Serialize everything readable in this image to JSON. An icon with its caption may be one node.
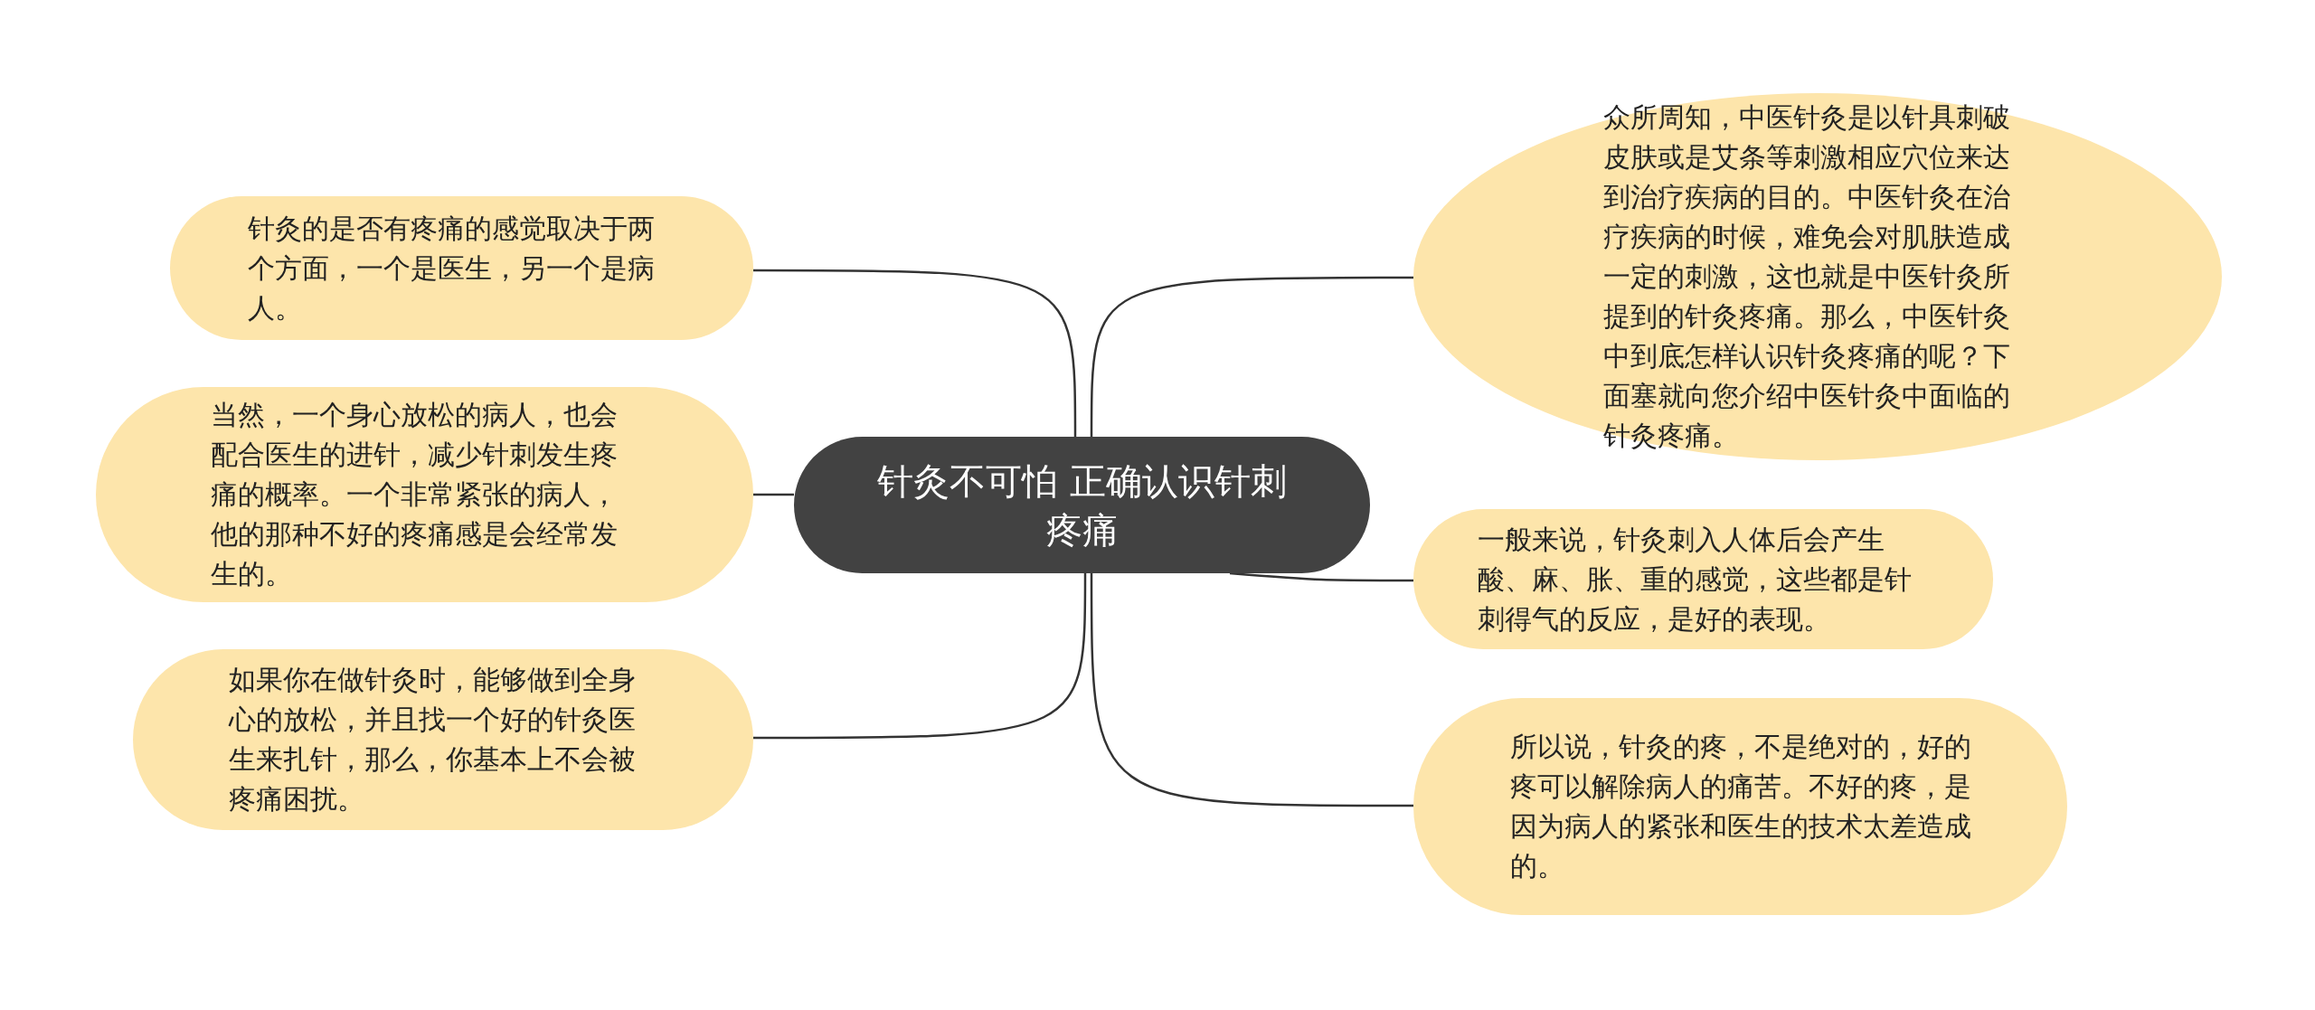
{
  "diagram": {
    "nodes": [
      {
        "text": [
          "针灸不可怕 正确认识针刺疼痛"
        ]
      },
      {
        "text": [
          "针灸的是否有疼痛的感觉取决于两个方面，一个是医生，另一个是病人。"
        ]
      },
      {
        "text": [
          "当然，一个身心放松的病人，也会配合医生的进针，减少针刺发生疼痛的概率。一个非常紧张的病人，他的那种不好的疼痛感是会经常发生的。"
        ]
      },
      {
        "text": [
          "如果你在做针灸时，能够做到全身心的放松，并且找一个好的针灸医生来扎针，那么，你基本上不会被疼痛困扰。"
        ]
      },
      {
        "text": [
          "众所周知，中医针灸是以针具刺破皮肤或是艾条等刺激相应穴位来达到治疗疾病的目的。中医针灸在治疗疾病的时候，难免会对肌肤造成一定的刺激，这也就是中医针灸所提到的针灸疼痛。那么，中医针灸中到底怎样认识针灸疼痛的呢？下面塞就向您介绍中医针灸中面临的针灸疼痛。"
        ]
      },
      {
        "text": [
          "一般来说，针灸刺入人体后会产生酸、麻、胀、重的感觉，这些都是针刺得气的反应，是好的表现。"
        ]
      },
      {
        "text": [
          "所以说，针灸的疼，不是绝对的，好的疼可以解除病人的痛苦。不好的疼，是因为病人的紧张和医生的技术太差造成的。"
        ]
      }
    ],
    "edges": [
      {
        "from": 0,
        "to": 1,
        "arrow": "none"
      },
      {
        "from": 0,
        "to": 2,
        "arrow": "none"
      },
      {
        "from": 0,
        "to": 3,
        "arrow": "none"
      },
      {
        "from": 0,
        "to": 4,
        "arrow": "none"
      },
      {
        "from": 0,
        "to": 5,
        "arrow": "none"
      },
      {
        "from": 0,
        "to": 6,
        "arrow": "none"
      }
    ]
  }
}
